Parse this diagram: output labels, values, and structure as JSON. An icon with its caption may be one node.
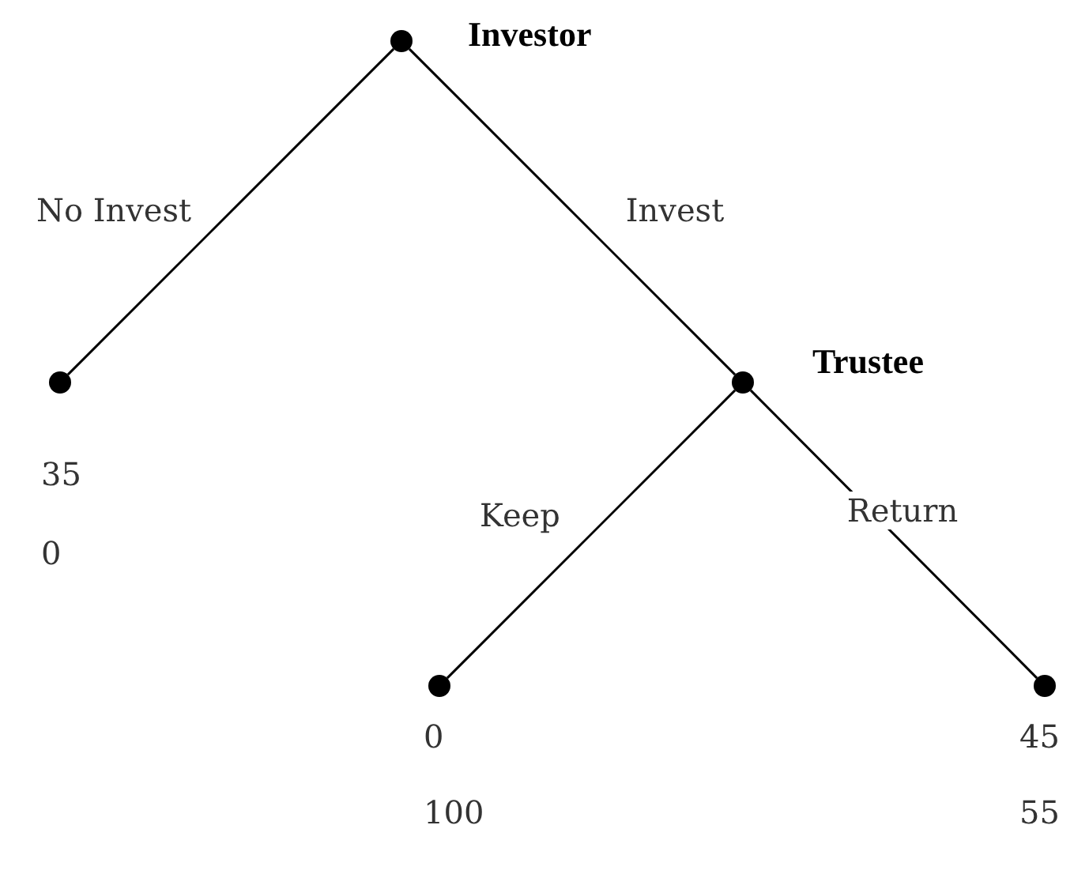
{
  "diagram": {
    "nodes": [
      {
        "text": [],
        "shape": "circle",
        "beside": [
          "Investor"
        ]
      },
      {
        "text": [],
        "shape": "circle",
        "beside": [
          "35",
          "0"
        ]
      },
      {
        "text": [],
        "shape": "circle",
        "beside": [
          "Trustee"
        ]
      },
      {
        "text": [],
        "shape": "circle",
        "beside": [
          "0",
          "100"
        ]
      },
      {
        "text": [],
        "shape": "circle",
        "beside": [
          "45",
          "55"
        ]
      }
    ],
    "edges": [
      {
        "from": 0,
        "to": 1,
        "arrow": "none",
        "label": "No Invest"
      },
      {
        "from": 0,
        "to": 2,
        "arrow": "none",
        "label": "Invest"
      },
      {
        "from": 2,
        "to": 3,
        "arrow": "none",
        "label": "Keep"
      },
      {
        "from": 2,
        "to": 4,
        "arrow": "none",
        "label": "Return"
      }
    ]
  }
}
